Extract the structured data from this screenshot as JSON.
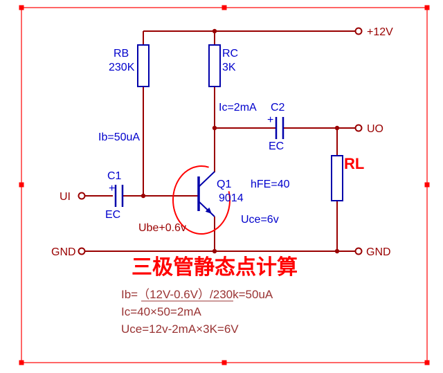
{
  "colors": {
    "wire": "#990000",
    "component_outline": "#0000aa",
    "label_blue": "#0000cc",
    "label_maroon": "#990000",
    "calc_text": "#993333",
    "title_red": "#ff0000",
    "frame_red": "#ff3333",
    "highlight_ellipse": "#ff0000"
  },
  "power_rail": {
    "label": "+12V"
  },
  "terminals": {
    "input": "UI",
    "output": "UO",
    "gnd_left": "GND",
    "gnd_right": "GND"
  },
  "components": {
    "rb": {
      "ref": "RB",
      "value": "230K"
    },
    "rc": {
      "ref": "RC",
      "value": "3K"
    },
    "rl": {
      "ref": "RL"
    },
    "c1": {
      "ref": "C1",
      "polarity": "+",
      "type": "EC"
    },
    "c2": {
      "ref": "C2",
      "polarity": "+",
      "type": "EC"
    },
    "q1": {
      "ref": "Q1",
      "model": "9014"
    }
  },
  "annotations": {
    "ib": "Ib=50uA",
    "ic": "Ic=2mA",
    "hfe": "hFE=40",
    "ube": "Ube+0.6v",
    "uce": "Uce=6v"
  },
  "title": "三极管静态点计算",
  "calculations": [
    "Ib=（12V-0.6V）/230k=50uA",
    "Ic=40×50=2mA",
    "Uce=12v-2mA×3K=6V"
  ]
}
